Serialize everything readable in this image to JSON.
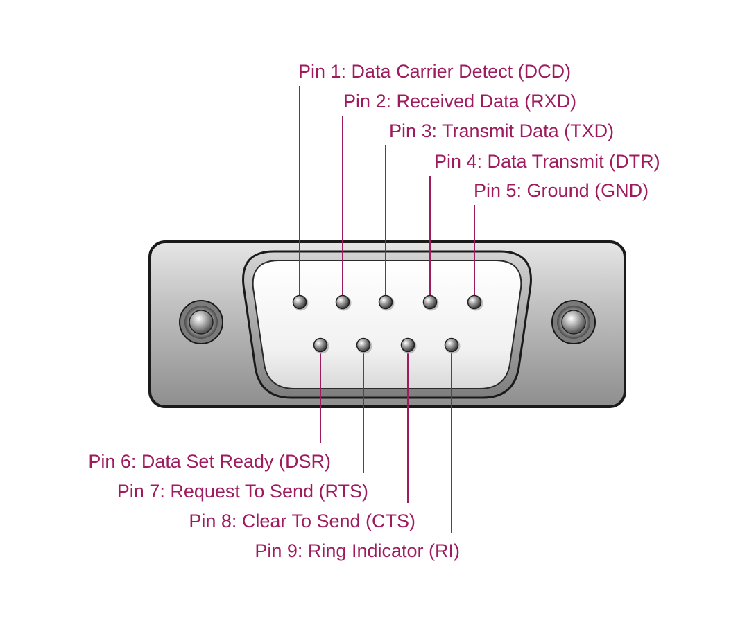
{
  "accent_color": "#9e1b5e",
  "connector": {
    "shell_color": "#c9c9c9",
    "face_color": "#f4f4f4",
    "outline_color": "#1a1a1a"
  },
  "top_labels": [
    {
      "pin": 1,
      "text": "Pin 1: Data Carrier Detect (DCD)"
    },
    {
      "pin": 2,
      "text": "Pin 2: Received Data (RXD)"
    },
    {
      "pin": 3,
      "text": "Pin 3: Transmit Data (TXD)"
    },
    {
      "pin": 4,
      "text": "Pin 4: Data Transmit (DTR)"
    },
    {
      "pin": 5,
      "text": "Pin 5: Ground (GND)"
    }
  ],
  "bottom_labels": [
    {
      "pin": 6,
      "text": "Pin 6: Data Set Ready (DSR)"
    },
    {
      "pin": 7,
      "text": "Pin 7: Request To Send (RTS)"
    },
    {
      "pin": 8,
      "text": "Pin 8: Clear To Send (CTS)"
    },
    {
      "pin": 9,
      "text": "Pin 9: Ring Indicator (RI)"
    }
  ]
}
